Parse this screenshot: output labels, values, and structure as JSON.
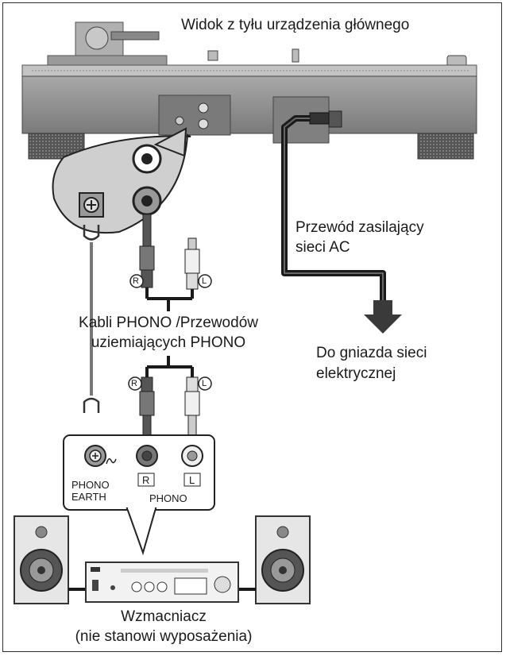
{
  "labels": {
    "rear_view": "Widok z tyłu urządzenia głównego",
    "power_cable": [
      "Przewód zasilający",
      "sieci AC"
    ],
    "outlet": [
      "Do gniazda sieci",
      "elektrycznej"
    ],
    "phono_cables": [
      "Kabli PHONO /Przewodów",
      "uziemiających PHONO"
    ],
    "amplifier": [
      "Wzmacniacz",
      "(nie stanowi wyposażenia)"
    ],
    "phono_earth": [
      "PHONO",
      "EARTH"
    ],
    "phono": "PHONO",
    "right": "R",
    "left": "L"
  },
  "colors": {
    "device_body": "#8c8c8c",
    "cable": "#1a1a1a",
    "panel": "#d9d9d9",
    "arrow": "#3a3a3a"
  }
}
